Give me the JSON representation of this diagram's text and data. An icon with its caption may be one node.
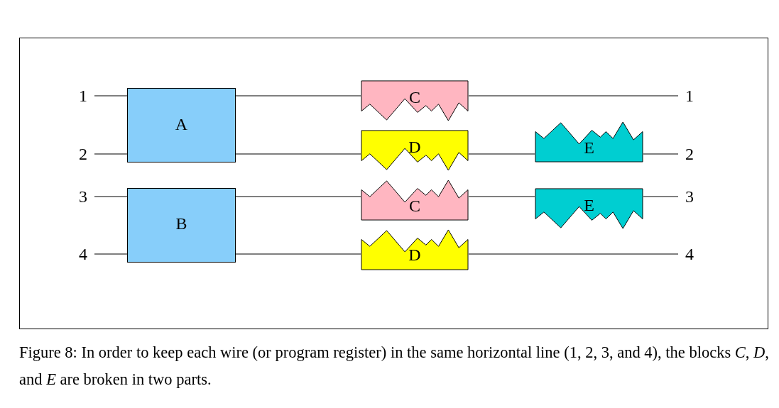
{
  "diagram": {
    "nodes": [
      {
        "text": [
          "1"
        ]
      },
      {
        "text": [
          "A"
        ]
      },
      {
        "text": [
          "C"
        ]
      },
      {
        "text": [
          "1"
        ]
      },
      {
        "text": [
          "2"
        ]
      },
      {
        "text": [
          "D"
        ]
      },
      {
        "text": [
          "E"
        ]
      },
      {
        "text": [
          "2"
        ]
      },
      {
        "text": [
          "3"
        ]
      },
      {
        "text": [
          "B"
        ]
      },
      {
        "text": [
          "C"
        ]
      },
      {
        "text": [
          "E"
        ]
      },
      {
        "text": [
          "3"
        ]
      },
      {
        "text": [
          "4"
        ]
      },
      {
        "text": [
          "D"
        ]
      },
      {
        "text": [
          "4"
        ]
      }
    ],
    "edges": [
      {
        "from": 0,
        "to": 1,
        "arrow": "none"
      },
      {
        "from": 1,
        "to": 2,
        "arrow": "none"
      },
      {
        "from": 2,
        "to": 3,
        "arrow": "none"
      },
      {
        "from": 4,
        "to": 1,
        "arrow": "none"
      },
      {
        "from": 1,
        "to": 5,
        "arrow": "none"
      },
      {
        "from": 5,
        "to": 6,
        "arrow": "none"
      },
      {
        "from": 6,
        "to": 7,
        "arrow": "none"
      },
      {
        "from": 8,
        "to": 9,
        "arrow": "none"
      },
      {
        "from": 9,
        "to": 10,
        "arrow": "none"
      },
      {
        "from": 10,
        "to": 11,
        "arrow": "none"
      },
      {
        "from": 11,
        "to": 12,
        "arrow": "none"
      },
      {
        "from": 13,
        "to": 9,
        "arrow": "none"
      },
      {
        "from": 9,
        "to": 14,
        "arrow": "none"
      },
      {
        "from": 14,
        "to": 15,
        "arrow": "none"
      }
    ],
    "caption": "Figure 8: In order to keep each wire (or program register) in the same horizontal line (1, 2, 3, and 4), the blocks *C*, *D*, and *E* are broken in two parts."
  }
}
